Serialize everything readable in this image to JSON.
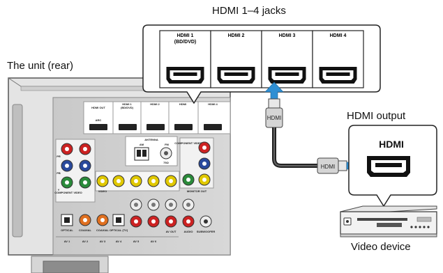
{
  "labels": {
    "jacks_title": "HDMI 1–4 jacks",
    "unit_title": "The unit (rear)",
    "output_title": "HDMI output",
    "device_title": "Video device",
    "device_hdmi": "HDMI",
    "cable_label": "HDMI",
    "cable_label_2": "HDMI"
  },
  "jacks": [
    {
      "label": "HDMI 1",
      "sub": "(BD/DVD)"
    },
    {
      "label": "HDMI 2",
      "sub": ""
    },
    {
      "label": "HDMI 3",
      "sub": ""
    },
    {
      "label": "HDMI 4",
      "sub": ""
    }
  ],
  "panel": {
    "hdmi_out": "HDMI OUT",
    "arc": "ARC",
    "hdmi1": "HDMI 1",
    "hdmi1_sub": "(BD/DVD)",
    "hdmi2": "HDMI 2",
    "hdmi3": "HDMI",
    "hdmi4": "HDMI 4",
    "antenna": "ANTENNA",
    "am": "AM",
    "fm": "FM",
    "ohm": "75Ω",
    "component_video": "COMPONENT VIDEO",
    "component_video_2": "COMPONENT VIDEO",
    "video": "VIDEO",
    "monitor_out": "MONITOR OUT",
    "optical": "OPTICAL",
    "coaxial": "COAXIAL",
    "coaxial_2": "COAXIAL",
    "optical_tv": "OPTICAL (TV)",
    "av_out": "AV OUT",
    "audio": "AUDIO",
    "subwoofer": "SUBWOOFER",
    "av1": "AV 1",
    "av2": "AV 2",
    "av3": "AV 3",
    "av4": "AV 4",
    "av5": "AV 5",
    "av6": "AV 6",
    "y": "Y",
    "pb": "PB",
    "pr": "PR"
  }
}
